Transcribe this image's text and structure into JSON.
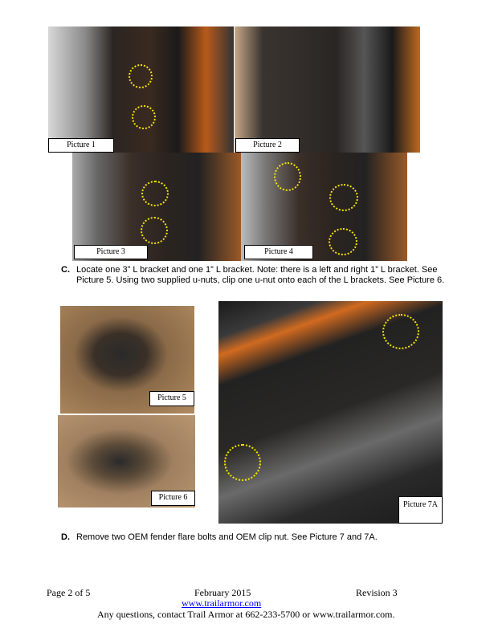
{
  "pictures": [
    "Picture 1",
    "Picture 2",
    "Picture 3",
    "Picture 4",
    "Picture 5",
    "Picture 6",
    "Picture 7A"
  ],
  "step_c": {
    "letter": "C.",
    "text": "Locate one 3” L bracket and one 1” L bracket.  Note:  there is a left and right 1” L bracket.  See Picture 5. Using two supplied u-nuts, clip one u-nut onto each of the L brackets.  See Picture 6."
  },
  "step_d": {
    "letter": "D.",
    "text": "Remove two OEM fender flare bolts and OEM clip nut.  See Picture 7 and 7A."
  },
  "footer": {
    "page": "Page 2 of 5",
    "date": "February 2015",
    "revision": "Revision 3",
    "link": "www.trailarmor.com",
    "contact": "Any questions, contact Trail Armor at 662-233-5700 or www.trailarmor.com."
  }
}
